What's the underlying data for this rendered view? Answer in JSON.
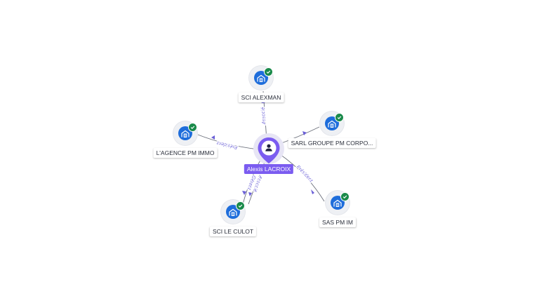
{
  "center": {
    "label": "Alexis LACROIX"
  },
  "companies": [
    {
      "label": "SCI ALEXMAN"
    },
    {
      "label": "SARL GROUPE PM CORPO..."
    },
    {
      "label": "L'AGENCE PM IMMO"
    },
    {
      "label": "SAS PM IM"
    },
    {
      "label": "SCI LE CULOT"
    }
  ],
  "edges": [
    {
      "to": "SCI ALEXMAN",
      "label": "Associé"
    },
    {
      "to": "SARL GROUPE PM CORPO...",
      "label": ""
    },
    {
      "to": "L'AGENCE PM IMMO",
      "label": "Président"
    },
    {
      "to": "SAS PM IM",
      "label": "Président"
    },
    {
      "to": "SCI LE CULOT",
      "label": "Gérant"
    },
    {
      "to": "SCI LE CULOT",
      "label": "Associé"
    }
  ],
  "colors": {
    "company": "#1e6ddb",
    "verified": "#1a8a4a",
    "person": "#7b5cf0",
    "edge_label": "#6a5fd6"
  },
  "icons": {
    "company": "building-icon",
    "verified": "check-icon",
    "person": "person-icon"
  }
}
